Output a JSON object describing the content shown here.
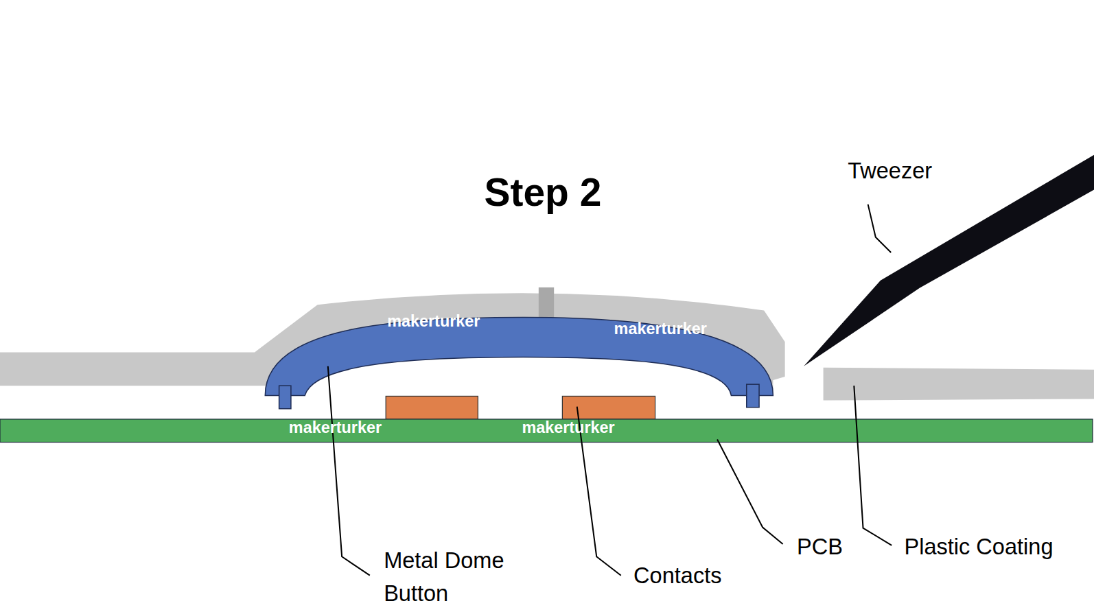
{
  "diagram": {
    "title": "Step 2",
    "labels": [
      "Tweezer",
      "makerturker",
      "makerturker",
      "makerturker",
      "makerturker",
      "Metal Dome Button",
      "Contacts",
      "PCB",
      "Plastic Coating"
    ]
  }
}
